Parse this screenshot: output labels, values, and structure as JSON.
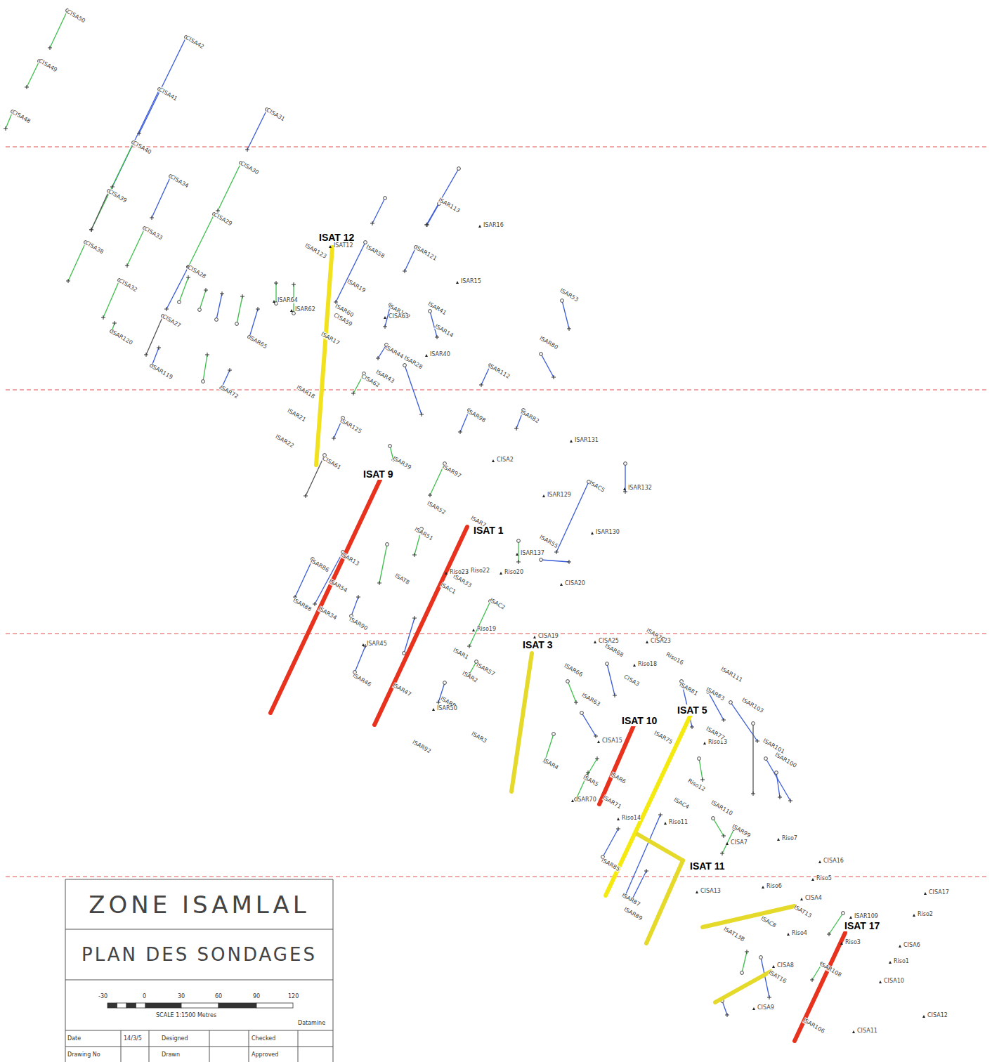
{
  "diagram": {
    "nodes": [
      {
        "text": [
          "ZONE ISAMLAL"
        ]
      },
      {
        "text": [
          "PLAN DES SONDAGES"
        ]
      }
    ],
    "labels": [
      "ISAT 12",
      "ISAT 9",
      "ISAT 1",
      "ISAT 3",
      "ISAT 10",
      "ISAT 5",
      "ISAT 11",
      "ISAT 17",
      "CISA50",
      "CISA49",
      "CISA48",
      "CISA42",
      "CISA41",
      "CISA40",
      "CISA39",
      "CISA38",
      "CISA34",
      "CISA33",
      "CISA32",
      "CISA31",
      "CISA30",
      "CISA29",
      "CISA28",
      "CISA27",
      "ISAR120",
      "ISAR119",
      "ISAR64",
      "ISAR62",
      "ISAR65",
      "ISAR72",
      "ISAR123",
      "ISAT12",
      "ISAR58",
      "ISAR19",
      "ISAR60",
      "CISA59",
      "ISAR17",
      "ISAR18",
      "ISAR21",
      "ISAR22",
      "ISAR125",
      "CISA61",
      "ISAR39",
      "ISAR97",
      "ISAR52",
      "ISAR51",
      "ISAR13",
      "ISAR86",
      "ISAR54",
      "ISAR88",
      "ISAR34",
      "ISAR90",
      "ISAR45",
      "ISAR46",
      "ISAR47",
      "ISAT8",
      "ISAC1",
      "ISAR33",
      "Riso23",
      "Riso22",
      "Riso20",
      "ISAR7",
      "ISAC2",
      "Riso19",
      "ISAR1",
      "ISAR2",
      "ISAR57",
      "ISAR8",
      "ISAR50",
      "ISAR92",
      "ISAR3",
      "ISAR44",
      "ISAR43",
      "CISA62",
      "ISAR28",
      "ISAR40",
      "ISAR14",
      "ISAR41",
      "ISAR122",
      "CISA63",
      "ISAR121",
      "ISAR15",
      "ISAR16",
      "ISAR113",
      "ISAR112",
      "ISAR80",
      "ISAR53",
      "ISAR98",
      "ISAR82",
      "ISAR131",
      "CISA2",
      "ISAC5",
      "ISAR132",
      "ISAR129",
      "ISAR130",
      "ISAR55",
      "ISAR137",
      "CISA20",
      "CISA19",
      "CISA25",
      "ISAR68",
      "ISAR79",
      "CISA23",
      "Riso16",
      "Riso18",
      "ISAR66",
      "ISAR63",
      "CISA3",
      "ISAR81",
      "ISAR83",
      "ISAR111",
      "ISAR103",
      "Riso13",
      "ISAR77",
      "ISAR75",
      "CISA15",
      "ISAR4",
      "ISAR101",
      "ISAR100",
      "Riso12",
      "ISAC4",
      "ISAR110",
      "Riso11",
      "Riso14",
      "ISAR99",
      "CISA7",
      "Riso7",
      "CISA16",
      "Riso5",
      "Riso6",
      "CISA13",
      "CISA4",
      "ISAR109",
      "Riso2",
      "CISA17",
      "CISA6",
      "Riso1",
      "CISA10",
      "Riso4",
      "ISAT13",
      "ISAC8",
      "ISAT13B",
      "Riso3",
      "ISAR108",
      "ISAR106",
      "CISA11",
      "CISA12",
      "CISA9",
      "CISA8",
      "ISAT16",
      "ISAR85",
      "ISAR87",
      "ISAR89",
      "ISAR5",
      "ISAR6",
      "ISAR70",
      "ISAR71",
      "-30",
      "0",
      "30",
      "60",
      "90",
      "120",
      "SCALE 1:1500 Metres",
      "Datamine",
      "Date",
      "14/3/5",
      "Designed",
      "Checked",
      "Drawing No",
      "Drawn",
      "Approved"
    ]
  }
}
